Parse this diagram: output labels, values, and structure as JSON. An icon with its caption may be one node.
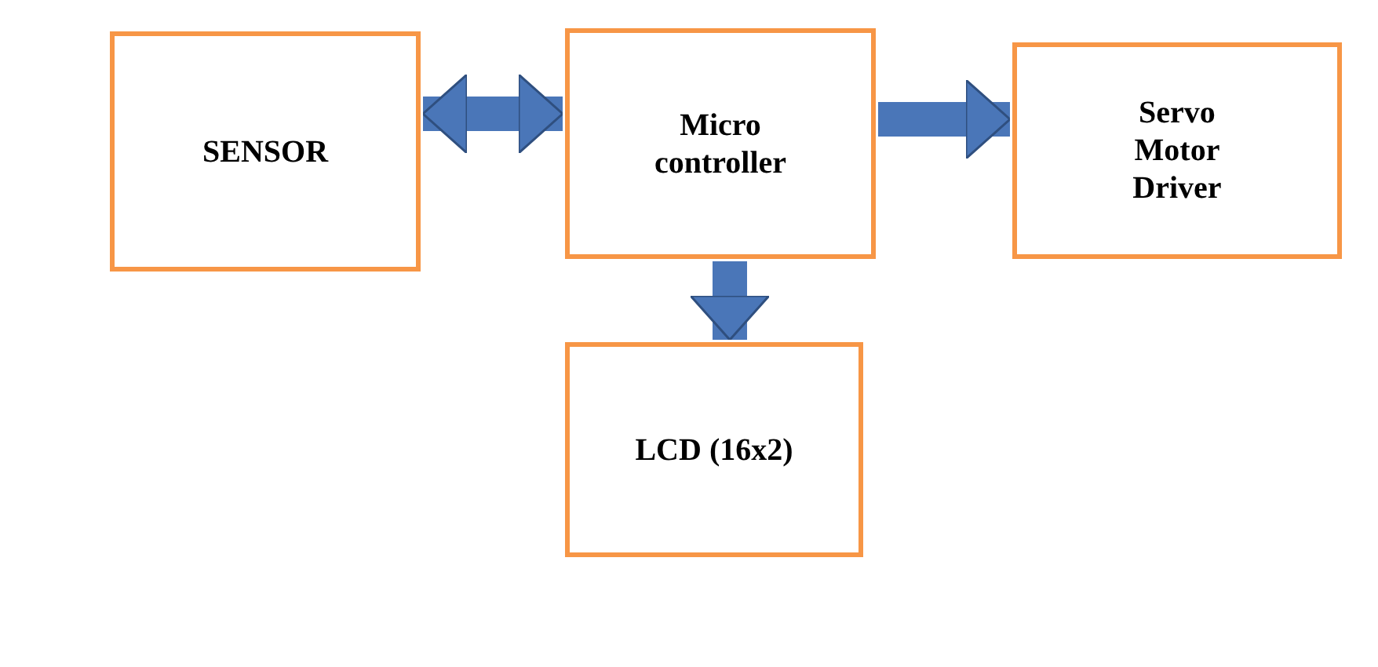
{
  "diagram": {
    "nodes": [
      {
        "text": [
          "SENSOR"
        ]
      },
      {
        "text": [
          "Micro controller"
        ]
      },
      {
        "text": [
          "Servo Motor Driver"
        ]
      },
      {
        "text": [
          "LCD (16x2)"
        ]
      }
    ],
    "edges": [
      {
        "from": 0,
        "to": 1,
        "arrow": "both"
      },
      {
        "from": 1,
        "to": 2,
        "arrow": "to"
      },
      {
        "from": 1,
        "to": 3,
        "arrow": "to"
      }
    ]
  }
}
